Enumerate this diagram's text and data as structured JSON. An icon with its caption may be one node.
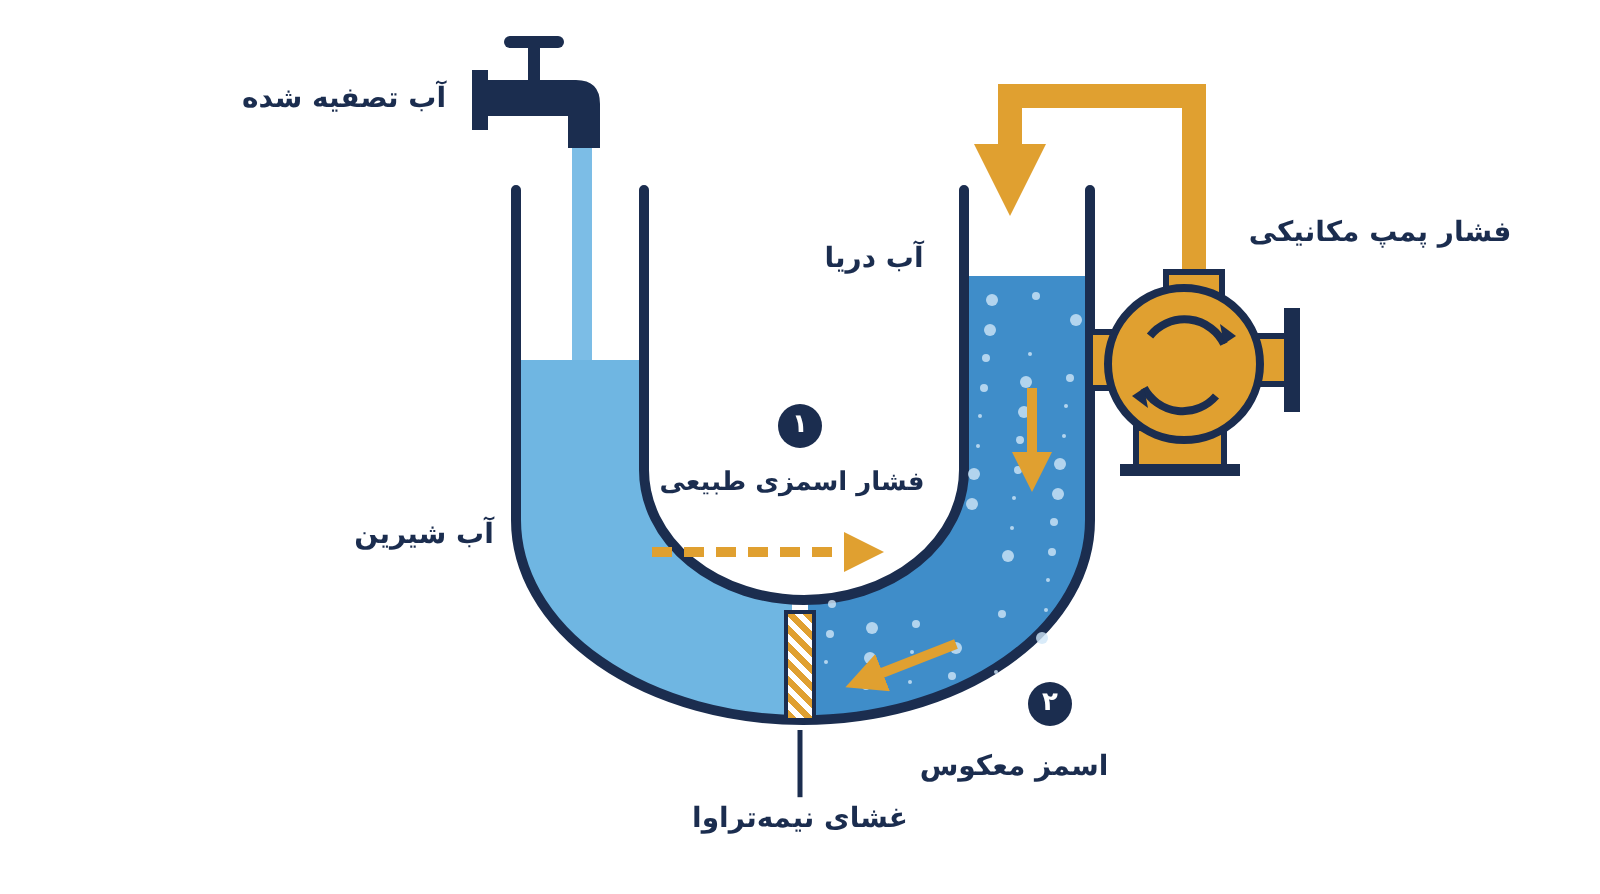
{
  "diagram": {
    "nodes": [
      {
        "text": [
          "غشای نیمه‌تراوا"
        ]
      },
      {
        "text": [],
        "shape": "bar"
      }
    ],
    "edges": [
      {
        "from": 0,
        "to": 1,
        "arrow": "none"
      }
    ],
    "labels": [
      "آب تصفیه شده",
      "فشار پمپ مکانیکی",
      "آب دریا",
      "۱",
      "فشار اسمزی طبیعی",
      "آب شیرین",
      "۲",
      "اسمز معکوس"
    ]
  }
}
